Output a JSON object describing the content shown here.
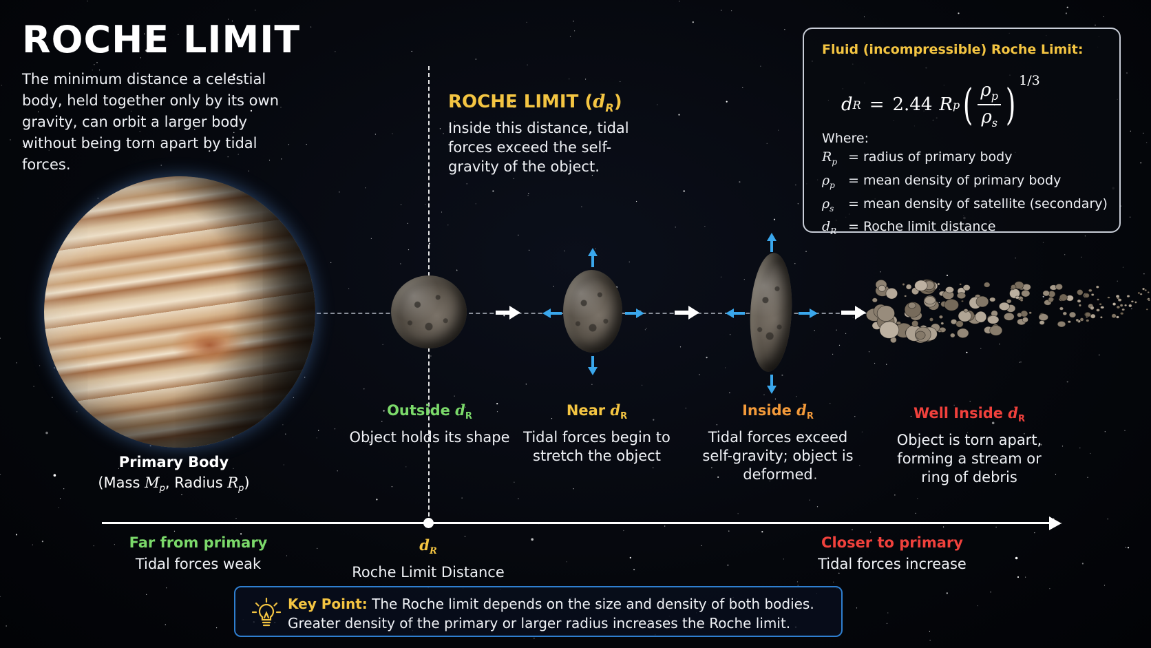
{
  "title": "ROCHE LIMIT",
  "intro": "The minimum distance a celestial body, held together only by its own gravity, can orbit a larger body without being torn apart by tidal forces.",
  "primary_body": {
    "name": "Primary Body",
    "detail_prefix": "(Mass ",
    "mass_symbol": "M",
    "mass_sub": "p",
    "detail_mid": ", Radius ",
    "radius_symbol": "R",
    "radius_sub": "p",
    "detail_suffix": ")"
  },
  "roche_marker": {
    "title": "ROCHE LIMIT (",
    "symbol": "d",
    "symbol_sub": "R",
    "title_end": ")",
    "description": "Inside this distance, tidal forces exceed the self-gravity of the object."
  },
  "formula": {
    "heading": "Fluid (incompressible) Roche Limit:",
    "lhs": "d",
    "lhs_sub": "R",
    "equals": "=",
    "coefficient": "2.44",
    "radius": "R",
    "radius_sub": "p",
    "num": "ρ",
    "num_sub": "p",
    "den": "ρ",
    "den_sub": "s",
    "exponent": "1/3",
    "where_label": "Where:",
    "definitions": [
      {
        "sym": "R",
        "sub": "p",
        "text": "= radius of primary body"
      },
      {
        "sym": "ρ",
        "sub": "p",
        "text": "= mean density of primary body"
      },
      {
        "sym": "ρ",
        "sub": "s",
        "text": "= mean density of satellite (secondary)"
      },
      {
        "sym": "d",
        "sub": "R",
        "text": "= Roche limit distance"
      }
    ]
  },
  "stages": [
    {
      "head": "Outside ",
      "sym": "d",
      "sub": "R",
      "text": "Object holds its shape"
    },
    {
      "head": "Near ",
      "sym": "d",
      "sub": "R",
      "text": "Tidal forces begin to stretch the object"
    },
    {
      "head": "Inside ",
      "sym": "d",
      "sub": "R",
      "text": "Tidal forces exceed self-gravity; object is deformed"
    },
    {
      "head": "Well Inside ",
      "sym": "d",
      "sub": "R",
      "text": "Object is torn apart, forming a stream or ring of debris"
    }
  ],
  "axis": {
    "left_head": "Far from primary",
    "left_text": "Tidal forces weak",
    "mid_sym": "d",
    "mid_sub": "R",
    "mid_text": "Roche Limit Distance",
    "right_head": "Closer to primary",
    "right_text": "Tidal forces increase"
  },
  "key_point": {
    "label": "Key Point:",
    "text": " The Roche limit depends on the size and density of both bodies. Greater density of the primary or larger radius increases the Roche limit."
  },
  "colors": {
    "accent_yellow": "#f4c542",
    "outside_green": "#7bd96a",
    "inside_orange": "#f39a3a",
    "well_inside_red": "#f0413c",
    "force_arrow_blue": "#3aa7ec",
    "key_border_blue": "#2f7fd0"
  },
  "icons": [
    "lightbulb-icon",
    "arrow-right-icon",
    "arrow-left-icon",
    "arrow-up-icon",
    "arrow-down-icon"
  ]
}
